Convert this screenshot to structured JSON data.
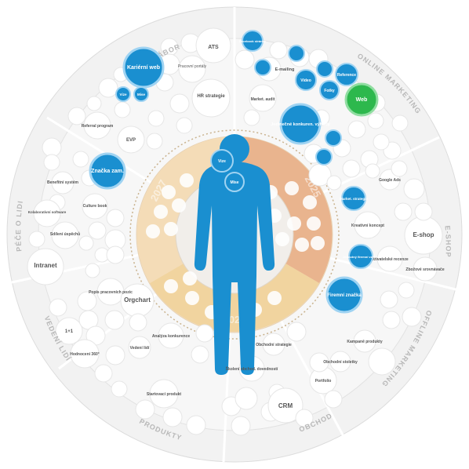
{
  "segments": {
    "top": "NÁBOR",
    "top_right": "ONLINE MARKETING",
    "right": "E-SHOP",
    "bottom_right": "OFFLINE MARKETING",
    "bottom": "OBCHOD",
    "bottom_left": "PRODUKTY",
    "left_lower": "VEDENÍ LIDÍ",
    "left": "PÉČE O LIDI"
  },
  "years": {
    "y2025": "2025",
    "y2027": "2027",
    "y2026": "2026"
  },
  "inner": {
    "vize": "Vize",
    "mise": "Mise",
    "hr_strategie": "HR strategie",
    "market_audit": "Market. audit"
  },
  "blue": {
    "karierni_web": "Kariérní web",
    "znacka_zam": "Značka zam.",
    "jedinecne": "Jedinečné konkuren. výhody",
    "facebook": "Facebook stránka",
    "video": "Video",
    "reference": "Reference",
    "fotky": "Fotky",
    "market_strategie": "Market. strategie",
    "jednotny": "Jednotný firemní vzhled",
    "firemni_znacka": "Firemní značka"
  },
  "green": {
    "web": "Web"
  },
  "labels": {
    "ats": "ATS",
    "pracovni_portaly": "Pracovní portály",
    "intranet": "Intranet",
    "orgchart": "Orgchart",
    "eshop": "E-shop",
    "crm": "CRM",
    "emailing": "E-mailing",
    "kreativni_koncept": "Kreativní koncept",
    "google_ads": "Google Ads",
    "benefitni_system": "Benefitní systém",
    "culture_book": "Culture book",
    "kolaborativni": "Kolaborativní software",
    "sdileni_uspechu": "Sdílení úspěchů",
    "evp": "EVP",
    "referral": "Referral program",
    "popis_pracovnich_pozic": "Popis pracovních pozic",
    "vedeni_lidi": "Vedení lidí",
    "hodnoceni": "Hodnocení 360°",
    "1na1": "1+1",
    "analyza_konkurence": "Analýza konkurence",
    "startovaci_produkt": "Startovací produkt",
    "obchodni_strategie": "Obchodní strategie",
    "portfolio": "Portfolio",
    "skoleni": "Školení obchod. dovedností",
    "kampane": "Kampaně produkty",
    "uzivatelske_recenze": "Uživatelské recenze",
    "zbozove": "Zbožové srovnávače",
    "obchodni_stoletky": "Obchodní stoletky"
  }
}
